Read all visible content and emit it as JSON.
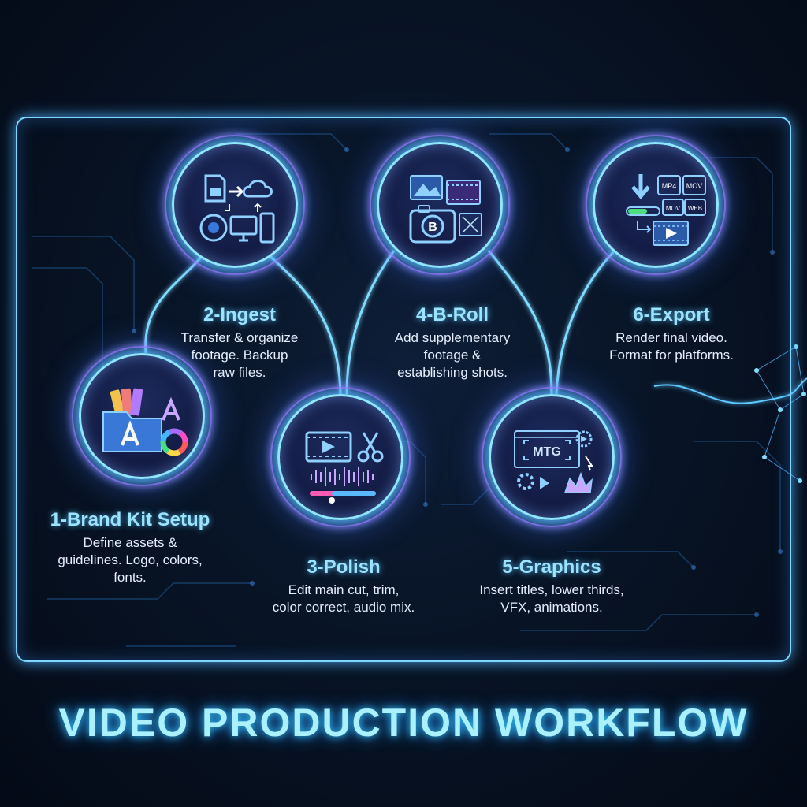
{
  "title": "VIDEO PRODUCTION WORKFLOW",
  "colors": {
    "accent": "#7fd6ff",
    "glow": "#3cb8ff",
    "ring": "#9a7bff",
    "title": "#9be3ff"
  },
  "steps": [
    {
      "title": "1-Brand Kit Setup",
      "desc": "Define assets &\nguidelines. Logo, colors,\nfonts.",
      "icon": "brand-kit-icon"
    },
    {
      "title": "2-Ingest",
      "desc": "Transfer & organize\nfootage. Backup\nraw files.",
      "icon": "ingest-icon"
    },
    {
      "title": "3-Polish",
      "desc": "Edit main cut, trim,\ncolor correct, audio mix.",
      "icon": "polish-icon"
    },
    {
      "title": "4-B-Roll",
      "desc": "Add supplementary\nfootage &\nestablishing shots.",
      "icon": "b-roll-icon"
    },
    {
      "title": "5-Graphics",
      "desc": "Insert titles, lower thirds,\nVFX, animations.",
      "icon": "graphics-icon"
    },
    {
      "title": "6-Export",
      "desc": "Render final video.\nFormat for platforms.",
      "icon": "export-icon"
    }
  ],
  "icon_text": {
    "b_roll_badge": "B",
    "graphics_label": "MTG",
    "formats": [
      "MP4",
      "MOV",
      "MOV",
      "WEB"
    ]
  }
}
